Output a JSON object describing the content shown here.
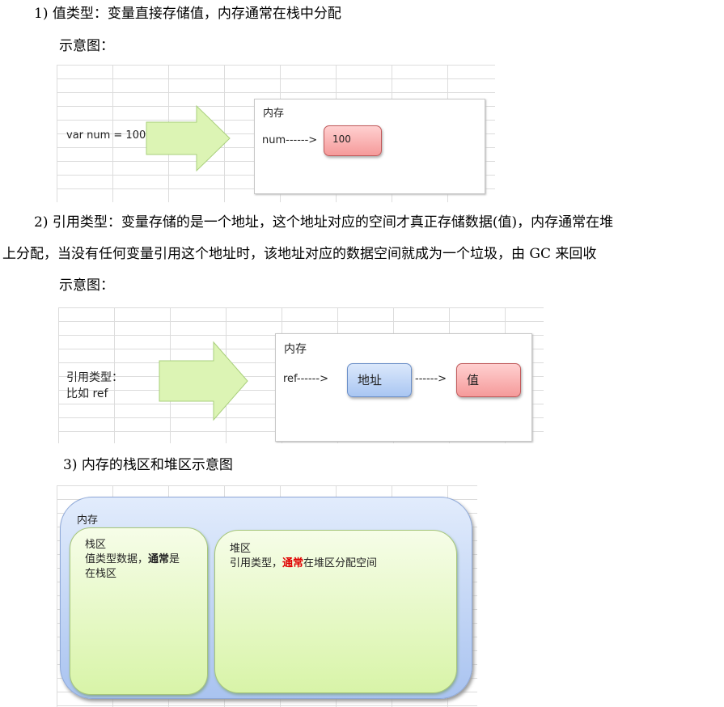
{
  "section1": {
    "heading": "1)  值类型：变量直接存储值，内存通常在栈中分配",
    "caption": "示意图：",
    "diagram": {
      "code": "var num = 100",
      "memory_title": "内存",
      "pointer": "num------>",
      "value": "100"
    }
  },
  "section2": {
    "line1": "2)  引用类型：变量存储的是一个地址，这个地址对应的空间才真正存储数据(值)，内存通常在堆",
    "line2": "上分配，当没有任何变量引用这个地址时，该地址对应的数据空间就成为一个垃圾，由 GC 来回收",
    "caption": "示意图：",
    "diagram": {
      "left_line1": "引用类型：",
      "left_line2": "比如 ref",
      "memory_title": "内存",
      "pointer": "ref------>",
      "address": "地址",
      "pointer2": "------>",
      "value": "值"
    }
  },
  "section3": {
    "heading": "3)  内存的栈区和堆区示意图",
    "diagram": {
      "memory_title": "内存",
      "stack_title": "栈区",
      "stack_text_a": "值类型数据，",
      "stack_text_bold": "通常",
      "stack_text_b": "是",
      "stack_text_c": "在栈区",
      "heap_title": "堆区",
      "heap_text_a": "引用类型，",
      "heap_text_red": "通常",
      "heap_text_b": "在堆区分配空间"
    }
  },
  "colors": {
    "arrow": "#d9f3b0",
    "value_box": "#f59a9a",
    "address_box": "#a9c6f2",
    "highlight": "#e00000"
  }
}
